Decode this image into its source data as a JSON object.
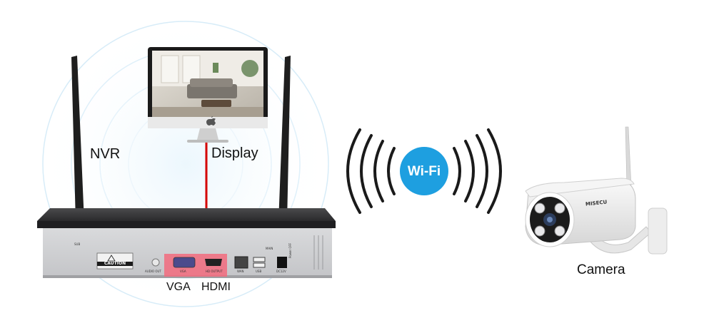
{
  "labels": {
    "nvr": "NVR",
    "display": "Display",
    "camera": "Camera",
    "vga": "VGA",
    "hdmi": "HDMI"
  },
  "badge": {
    "wifi": "Wi-Fi"
  },
  "nvr_panel": {
    "caution": "CAUTION",
    "audio_out": "AUDIO OUT",
    "vga_port": "VGA",
    "hdmi_port": "HD OUTPUT",
    "wan_port": "WAN",
    "usb_port": "USB",
    "dc_port": "DC12V",
    "power": "Power OFF",
    "sub": "SUB",
    "main": "MAIN"
  },
  "camera_brand": "MISECU",
  "colors": {
    "wifi_blue": "#1e9fe0",
    "connection_red": "#d40000",
    "port_highlight": "#f26b7e"
  },
  "icons": [
    "wifi-signal-waves-icon",
    "apple-logo-icon",
    "antenna-icon"
  ]
}
